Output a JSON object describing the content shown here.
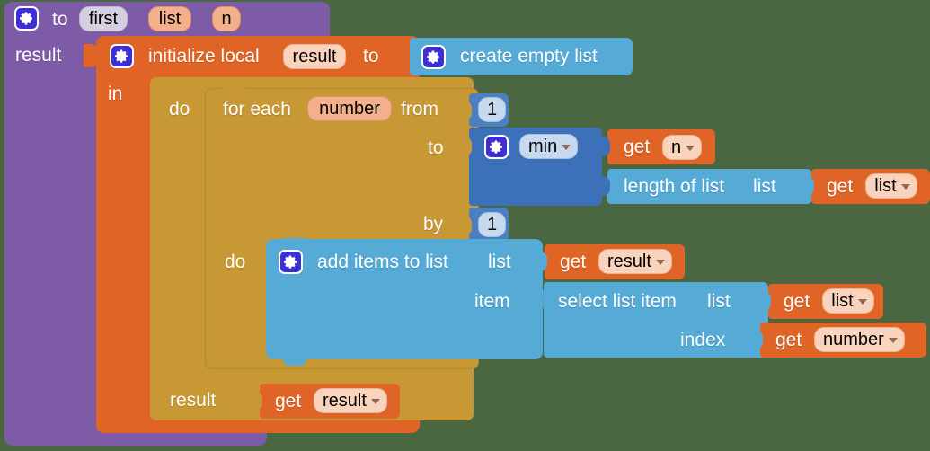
{
  "canvas": {
    "background": "#4a6741",
    "palette": {
      "procedure_purple": "#7e5ba6",
      "variable_orange": "#e06424",
      "control_gold": "#c79833",
      "list_lightblue": "#56aad6",
      "math_blue": "#3c70b8",
      "field_salmon": "#f4b08a",
      "field_light": "#fad3bd"
    }
  },
  "program": {
    "procedure": {
      "kind": "to-procedure-with-result",
      "gear_icon": "gear-icon",
      "to_label": "to",
      "name": "first",
      "params": [
        "list",
        "n"
      ],
      "result_label": "result"
    },
    "init_local": {
      "kind": "initialize-local-in-return",
      "gear_icon": "gear-icon",
      "title": "initialize local",
      "var_name": "result",
      "to_label": "to",
      "in_label": "in",
      "value_block": {
        "kind": "create-empty-list",
        "gear_icon": "gear-icon",
        "label": "create empty list"
      }
    },
    "for_each": {
      "kind": "for-range",
      "for_each_label": "for each",
      "loop_var": "number",
      "from_label": "from",
      "from_value": "1",
      "to_label": "to",
      "by_label": "by",
      "by_value": "1",
      "do_label": "do",
      "to_value": {
        "kind": "min",
        "gear_icon": "gear-icon",
        "op": "min",
        "arg1": {
          "kind": "get",
          "get_label": "get",
          "var": "n"
        },
        "arg2": {
          "kind": "length-of-list",
          "label": "length of list",
          "socket_label": "list",
          "value": {
            "kind": "get",
            "get_label": "get",
            "var": "list"
          }
        }
      }
    },
    "add_items": {
      "kind": "add-items-to-list",
      "gear_icon": "gear-icon",
      "title": "add items to list",
      "list_label": "list",
      "list_value": {
        "kind": "get",
        "get_label": "get",
        "var": "result"
      },
      "item_label": "item",
      "item_value": {
        "kind": "select-list-item",
        "title": "select list item",
        "list_label": "list",
        "list_value": {
          "kind": "get",
          "get_label": "get",
          "var": "list"
        },
        "index_label": "index",
        "index_value": {
          "kind": "get",
          "get_label": "get",
          "var": "number"
        }
      }
    },
    "loop_result": {
      "result_label": "result",
      "value": {
        "kind": "get",
        "get_label": "get",
        "var": "result"
      }
    }
  }
}
